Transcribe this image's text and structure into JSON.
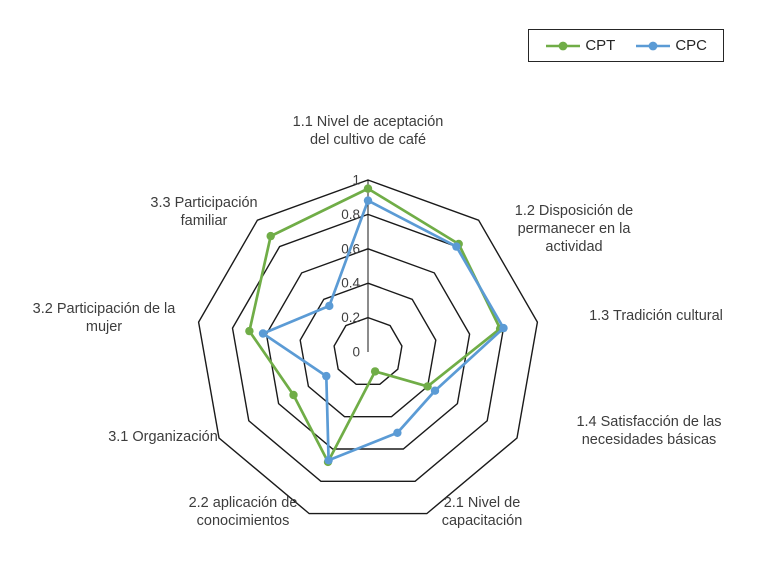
{
  "chart_data": {
    "type": "radar",
    "title": "",
    "categories": [
      "1.1 Nivel de aceptación del cultivo de café",
      "1.2 Disposición de permanecer en la actividad",
      "1.3 Tradición cultural",
      "1.4 Satisfacción de las necesidades básicas",
      "2.1 Nivel de capacitación",
      "2.2 aplicación de conocimientos",
      "3.1 Organización",
      "3.2 Participación de la mujer",
      "3.3 Participación familiar"
    ],
    "series": [
      {
        "name": "CPT",
        "color": "#70AD47",
        "values": [
          0.95,
          0.82,
          0.78,
          0.4,
          0.12,
          0.68,
          0.5,
          0.7,
          0.88
        ]
      },
      {
        "name": "CPC",
        "color": "#5B9BD5",
        "values": [
          0.88,
          0.8,
          0.8,
          0.45,
          0.5,
          0.67,
          0.28,
          0.62,
          0.35
        ]
      }
    ],
    "ticks": [
      0,
      0.2,
      0.4,
      0.6,
      0.8,
      1
    ],
    "tick_labels": [
      "0",
      "0.2",
      "0.4",
      "0.6",
      "0.8",
      "1"
    ],
    "rlim": [
      0,
      1
    ],
    "grid": "polygon",
    "grid_color": "#1a1a1a",
    "tick_color": "#404040",
    "legend_position": "top-right",
    "marker": "circle"
  }
}
